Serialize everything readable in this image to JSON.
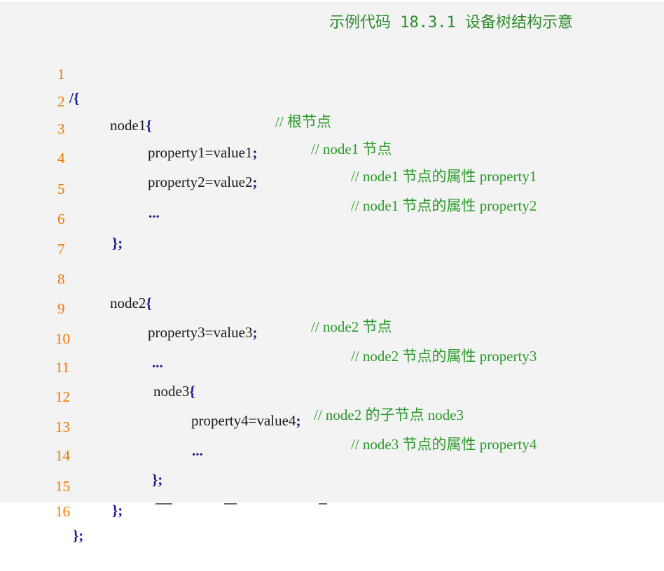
{
  "caption": "示例代码 18.3.1 设备树结构示意",
  "lines": [
    {
      "num": "1",
      "code": "",
      "punct": "/{",
      "comment": "// 根节点"
    },
    {
      "num": "2",
      "code": "node1",
      "punct": "{",
      "comment": "// node1 节点"
    },
    {
      "num": "3",
      "code": "property1=value1",
      "punct": ";",
      "comment": "// node1 节点的属性 property1"
    },
    {
      "num": "4",
      "code": "property2=value2",
      "punct": ";",
      "comment": "// node1 节点的属性 property2"
    },
    {
      "num": "5",
      "code": "",
      "punct": "...",
      "comment": ""
    },
    {
      "num": "6",
      "code": "",
      "punct": "};",
      "comment": ""
    },
    {
      "num": "7",
      "code": "",
      "punct": "",
      "comment": ""
    },
    {
      "num": "8",
      "code": "node2",
      "punct": "{",
      "comment": "// node2 节点"
    },
    {
      "num": "9",
      "code": "property3=value3",
      "punct": ";",
      "comment": "// node2 节点的属性 property3"
    },
    {
      "num": "10",
      "code": "",
      "punct": "...",
      "comment": ""
    },
    {
      "num": "11",
      "code": "node3",
      "punct": "{",
      "comment": "// node2 的子节点 node3"
    },
    {
      "num": "12",
      "code": "property4=value4",
      "punct": ";",
      "comment": "// node3 节点的属性 property4"
    },
    {
      "num": "13",
      "code": "",
      "punct": "...",
      "comment": ""
    },
    {
      "num": "14",
      "code": "",
      "punct": "};",
      "comment": ""
    },
    {
      "num": "15",
      "code": "",
      "punct": "};",
      "comment": ""
    },
    {
      "num": "16",
      "code": "",
      "punct": "};",
      "comment": ""
    }
  ],
  "colors": {
    "line_number": "#f07800",
    "code_text": "#1a1a1a",
    "punctuation": "#1a1a8c",
    "comment": "#2a9a2a",
    "caption": "#2e8b2e",
    "background": "#f3f3f3"
  }
}
